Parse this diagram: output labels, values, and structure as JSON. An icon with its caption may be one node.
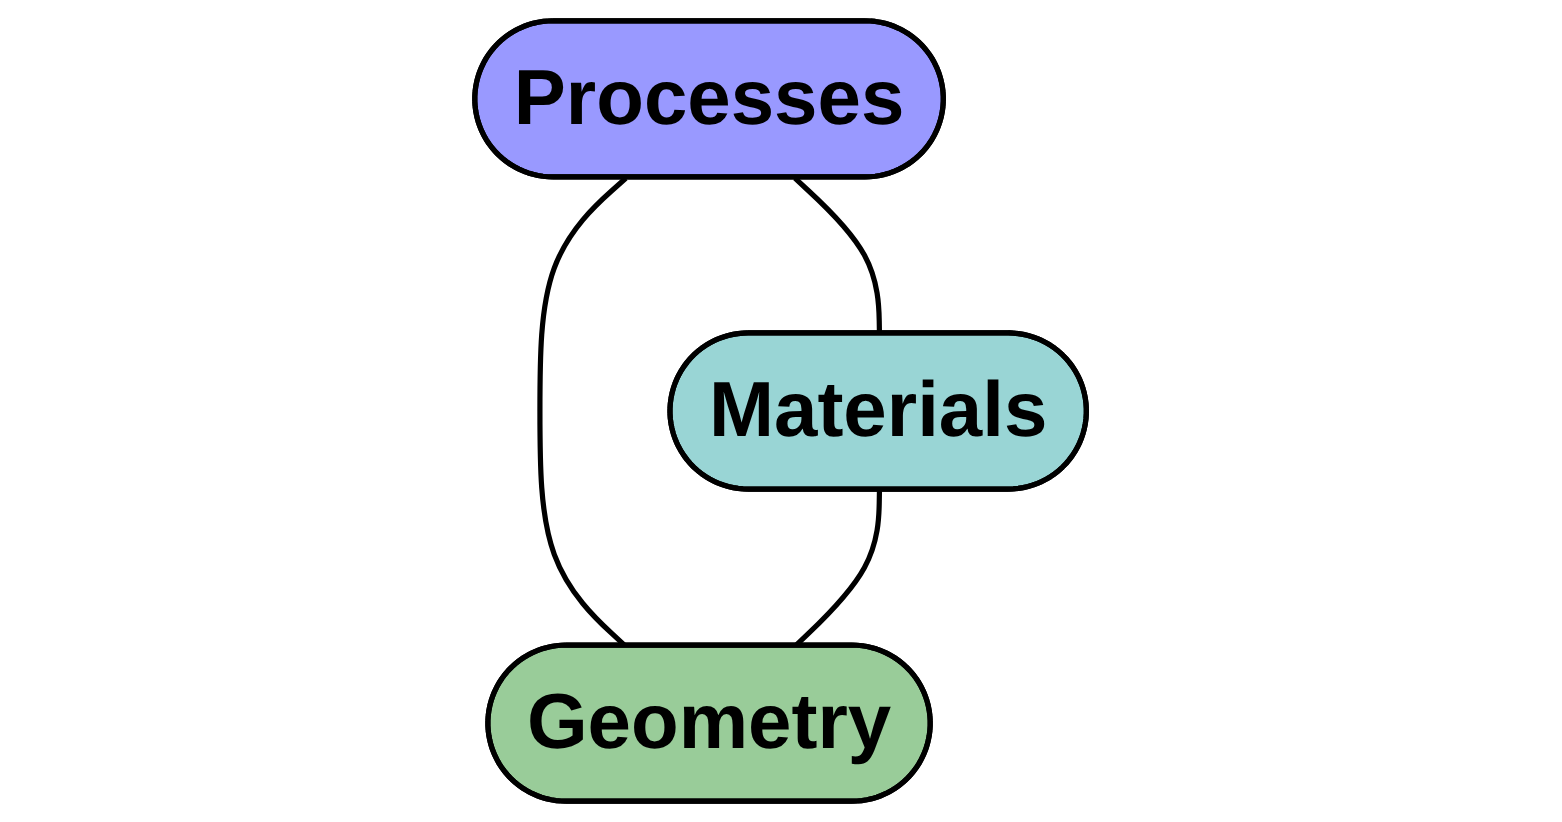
{
  "diagram": {
    "nodes": [
      {
        "text": [
          "Processes"
        ]
      },
      {
        "text": [
          "Materials"
        ]
      },
      {
        "text": [
          "Geometry"
        ]
      }
    ],
    "edges": [
      {
        "from": 0,
        "to": 1,
        "arrow": "none"
      },
      {
        "from": 0,
        "to": 2,
        "arrow": "none"
      },
      {
        "from": 1,
        "to": 2,
        "arrow": "none"
      }
    ]
  }
}
